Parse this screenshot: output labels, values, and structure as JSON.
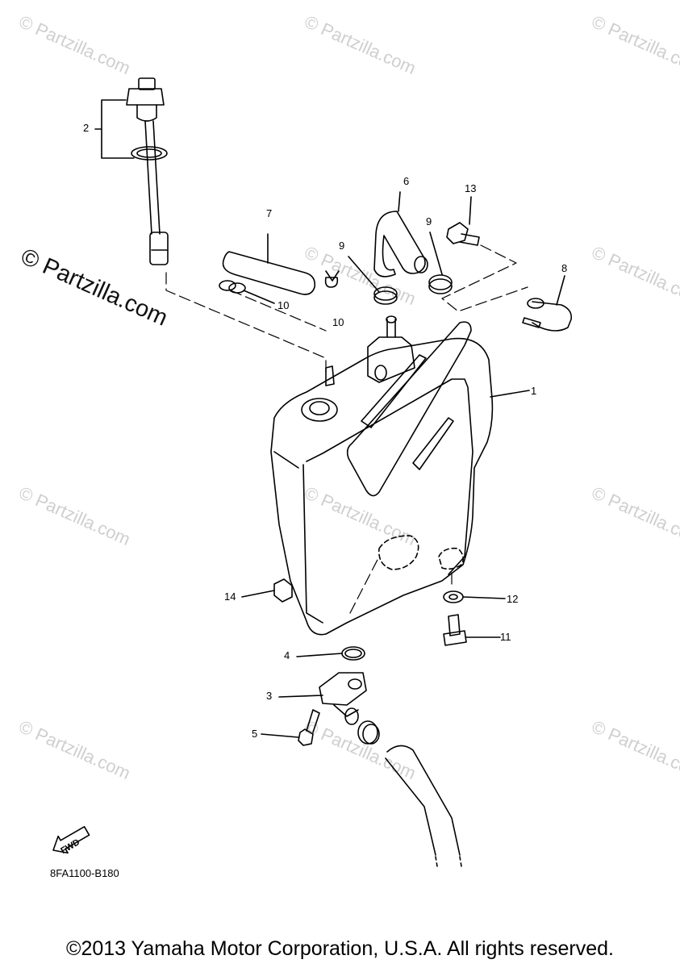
{
  "watermarks": {
    "small": "© Partzilla.com",
    "large": "© Partzilla.com"
  },
  "callouts": [
    "1",
    "2",
    "3",
    "4",
    "5",
    "6",
    "7",
    "8",
    "9",
    "9",
    "10",
    "10",
    "11",
    "12",
    "13",
    "14"
  ],
  "fwd_label": "FWD",
  "diagram_code": "8FA1100-B180",
  "copyright": "©2013 Yamaha Motor Corporation, U.S.A. All rights reserved.",
  "colors": {
    "line": "#000000",
    "watermark": "#cfcfcf",
    "background": "#ffffff"
  }
}
